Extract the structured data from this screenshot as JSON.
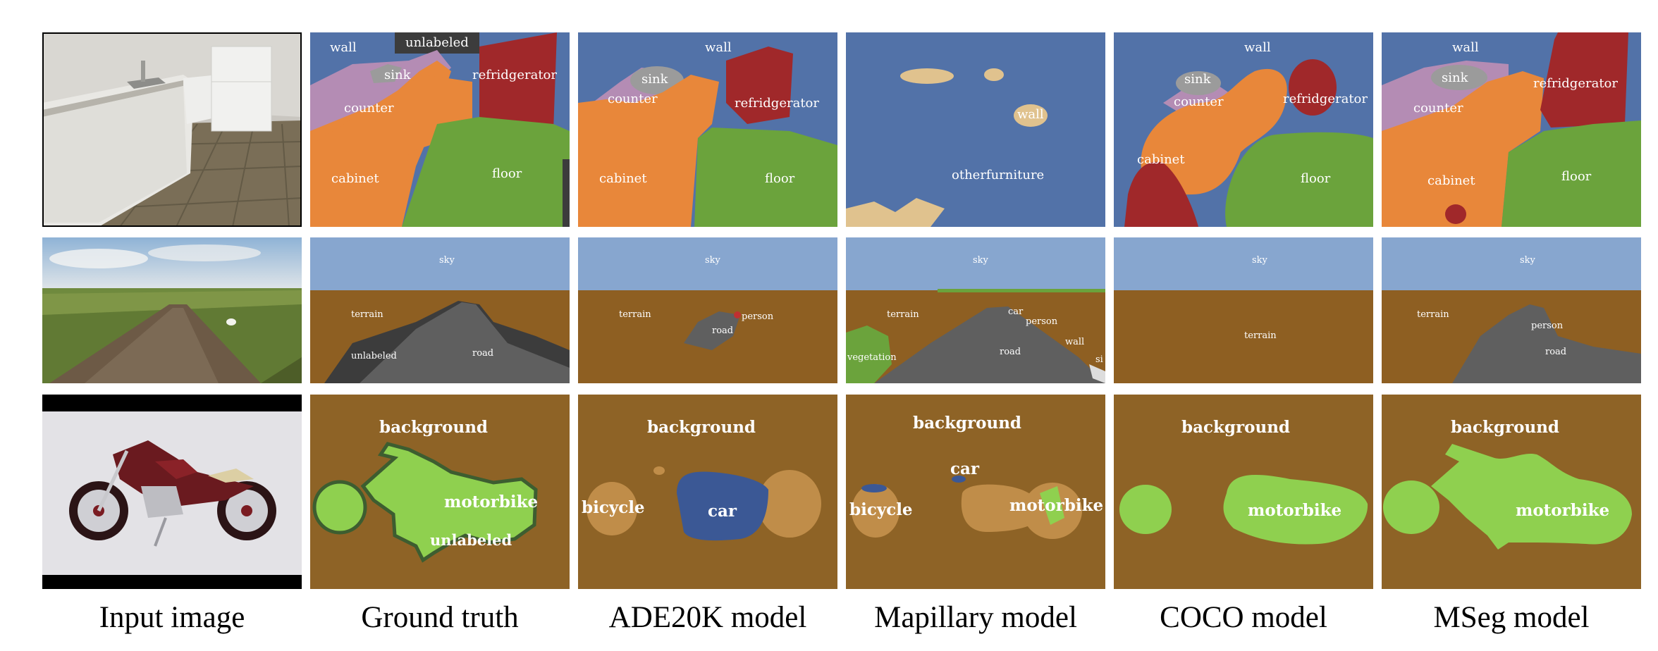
{
  "columns": [
    "Input image",
    "Ground truth",
    "ADE20K model",
    "Mapillary model",
    "COCO model",
    "MSeg model"
  ],
  "colors": {
    "wall": "#5272A8",
    "sink": "#9B9B9B",
    "counter": "#B48CB4",
    "cabinet": "#E8873A",
    "refrigerator": "#A0282A",
    "floor": "#6BA33C",
    "unlabeled": "#3C3C3C",
    "sky": "#87A6CF",
    "terrain": "#8E5F22",
    "road": "#5F5F5F",
    "vegetation": "#6BA33C",
    "person": "#C03030",
    "background": "#8E6326",
    "motorbike": "#8FD04F",
    "bicycle": "#C08D49",
    "car": "#3B5895",
    "otherfurniture_sand": "#E0C28E"
  },
  "rows": [
    {
      "ground_truth": {
        "wall": "wall",
        "unlabeled": "unlabeled",
        "sink": "sink",
        "refrigerator": "refridgerator",
        "counter": "counter",
        "cabinet": "cabinet",
        "floor": "floor"
      },
      "ade20k": {
        "wall": "wall",
        "sink": "sink",
        "counter": "counter",
        "refrigerator": "refridgerator",
        "cabinet": "cabinet",
        "floor": "floor"
      },
      "mapillary": {
        "wall": "wall",
        "otherfurniture": "otherfurniture"
      },
      "coco": {
        "wall": "wall",
        "sink": "sink",
        "counter": "counter",
        "refrigerator": "refridgerator",
        "cabinet": "cabinet",
        "floor": "floor"
      },
      "mseg": {
        "wall": "wall",
        "sink": "sink",
        "refrigerator": "refridgerator",
        "counter": "counter",
        "cabinet": "cabinet",
        "floor": "floor"
      }
    },
    {
      "ground_truth": {
        "sky": "sky",
        "terrain": "terrain",
        "road": "road",
        "unlabeled": "unlabeled"
      },
      "ade20k": {
        "sky": "sky",
        "terrain": "terrain",
        "person": "person",
        "road": "road"
      },
      "mapillary": {
        "sky": "sky",
        "terrain": "terrain",
        "car": "car",
        "person": "person",
        "wall": "wall",
        "road": "road",
        "vegetation": "vegetation",
        "si": "si"
      },
      "coco": {
        "sky": "sky",
        "terrain": "terrain"
      },
      "mseg": {
        "sky": "sky",
        "terrain": "terrain",
        "person": "person",
        "road": "road"
      }
    },
    {
      "ground_truth": {
        "background": "background",
        "motorbike": "motorbike",
        "unlabeled": "unlabeled"
      },
      "ade20k": {
        "background": "background",
        "bicycle": "bicycle",
        "car": "car"
      },
      "mapillary": {
        "background": "background",
        "car": "car",
        "bicycle": "bicycle",
        "motorbike": "motorbike"
      },
      "coco": {
        "background": "background",
        "motorbike": "motorbike"
      },
      "mseg": {
        "background": "background",
        "motorbike": "motorbike"
      }
    }
  ]
}
